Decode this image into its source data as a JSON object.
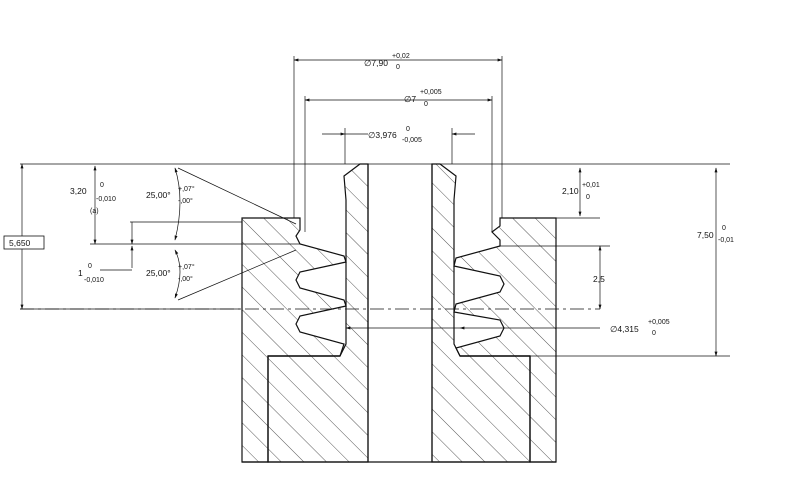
{
  "dimensions": {
    "outer_diameter": {
      "symbol": "∅",
      "value": "7,90",
      "upper": "+0,02",
      "lower": "0"
    },
    "inner_diameter": {
      "symbol": "∅",
      "value": "7",
      "upper": "+0,005",
      "lower": "0"
    },
    "bore_diameter": {
      "symbol": "∅",
      "value": "3,976",
      "upper": "0",
      "lower": "-0,005"
    },
    "thread_root_diameter": {
      "symbol": "∅",
      "value": "4,315",
      "upper": "+0,005",
      "lower": "0"
    },
    "depth_top": {
      "value": "3,20",
      "upper": "0",
      "lower": "-0,010",
      "note": "(a)"
    },
    "depth_step": {
      "value": "1",
      "upper": "0",
      "lower": "-0,010"
    },
    "reference_height": {
      "value": "5,650"
    },
    "angle_upper": {
      "value": "25,00°",
      "upper": "+,07°",
      "lower": "-,00°"
    },
    "angle_lower": {
      "value": "25,00°",
      "upper": "+,07°",
      "lower": "-,00°"
    },
    "collar_height": {
      "value": "2,10",
      "upper": "+0,01",
      "lower": "0"
    },
    "pitch": {
      "value": "2,5"
    },
    "total_height": {
      "value": "7,50",
      "upper": "0",
      "lower": "-0,01"
    }
  }
}
